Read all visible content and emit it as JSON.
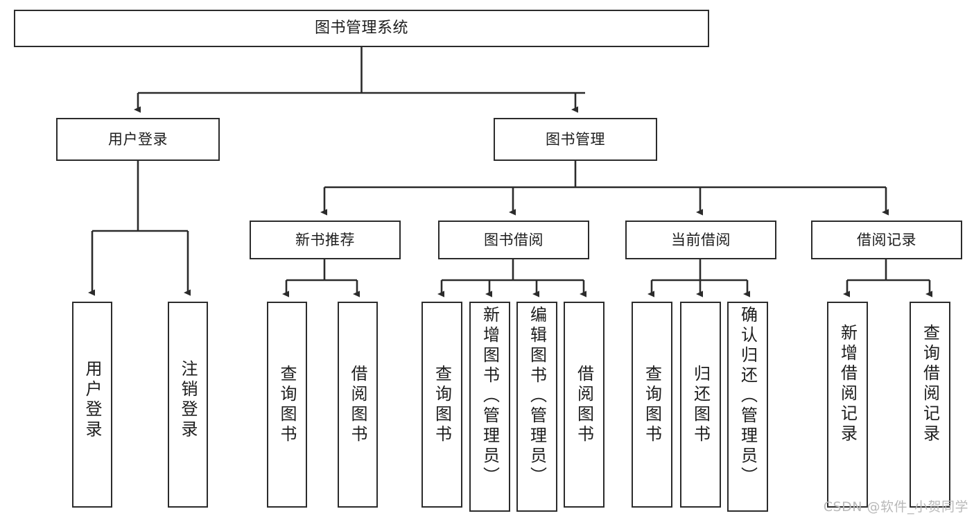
{
  "diagram": {
    "title": "图书管理系统",
    "type": "tree",
    "stroke_color": "#2b2b2b",
    "fill_color": "#ffffff",
    "text_color": "#1d1d1d"
  },
  "nodes": {
    "root": {
      "label": "图书管理系统"
    },
    "level1": [
      {
        "label": "用户登录"
      },
      {
        "label": "图书管理"
      }
    ],
    "level2": [
      {
        "label": "新书推荐"
      },
      {
        "label": "图书借阅"
      },
      {
        "label": "当前借阅"
      },
      {
        "label": "借阅记录"
      }
    ],
    "leaves": {
      "user_login": [
        {
          "label": "用户登录"
        },
        {
          "label": "注销登录"
        }
      ],
      "new_book": [
        {
          "label": "查询图书"
        },
        {
          "label": "借阅图书"
        }
      ],
      "book_borrow": [
        {
          "label": "查询图书"
        },
        {
          "label": "新增图书（管理员）"
        },
        {
          "label": "编辑图书（管理员）"
        },
        {
          "label": "借阅图书"
        }
      ],
      "current_borrow": [
        {
          "label": "查询图书"
        },
        {
          "label": "归还图书"
        },
        {
          "label": "确认归还（管理员）"
        }
      ],
      "borrow_record": [
        {
          "label": "新增借阅记录"
        },
        {
          "label": "查询借阅记录"
        }
      ]
    }
  },
  "watermark": {
    "text": "CSDN @软件_小贺同学"
  }
}
